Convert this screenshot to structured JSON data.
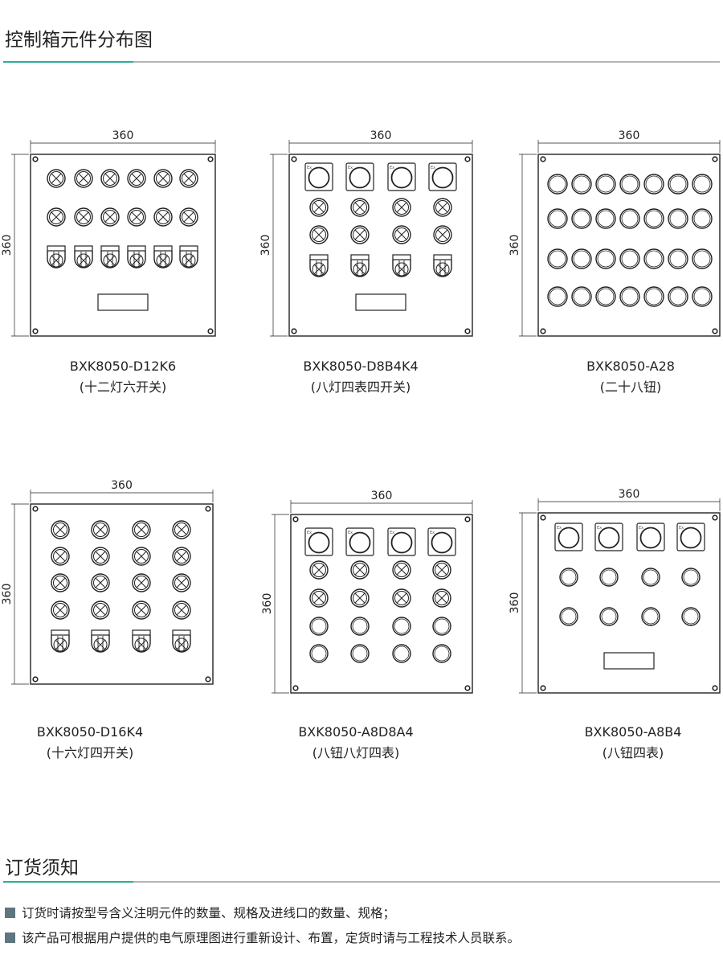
{
  "header": {
    "title": "控制箱元件分布图"
  },
  "dimension_label": "360",
  "panels": [
    {
      "model": "BXK8050-D12K6",
      "desc": "(十二灯六开关)",
      "rows": [
        "lamp",
        "lamp",
        "switch",
        "plate"
      ],
      "cols": 6
    },
    {
      "model": "BXK8050-D8B4K4",
      "desc": "(八灯四表四开关)",
      "rows": [
        "meter",
        "lamp",
        "lamp",
        "switch",
        "plate"
      ],
      "cols": 4
    },
    {
      "model": "BXK8050-A28",
      "desc": "(二十八钮)",
      "rows": [
        "button",
        "button",
        "button",
        "button"
      ],
      "cols": 7
    },
    {
      "model": "BXK8050-D16K4",
      "desc": "(十六灯四开关)",
      "rows": [
        "lamp",
        "lamp",
        "lamp",
        "lamp",
        "switch"
      ],
      "cols": 4
    },
    {
      "model": "BXK8050-A8D8A4",
      "desc": "(八钮八灯四表)",
      "rows": [
        "meter",
        "lamp",
        "lamp",
        "button",
        "button"
      ],
      "cols": 4
    },
    {
      "model": "BXK8050-A8B4",
      "desc": "(八钮四表)",
      "rows": [
        "meter",
        "button",
        "button",
        "plate"
      ],
      "cols": 4
    }
  ],
  "ordering": {
    "title": "订货须知",
    "notes": [
      "订货时请按型号含义注明元件的数量、规格及进线口的数量、规格；",
      "该产品可根据用户提供的电气原理图进行重新设计、布置，定货时请与工程技术人员联系。"
    ]
  },
  "colors": {
    "accent": "#2aae9b",
    "rule": "#b5b5b5",
    "bullet": "#5f7580",
    "stroke": "#222222"
  }
}
